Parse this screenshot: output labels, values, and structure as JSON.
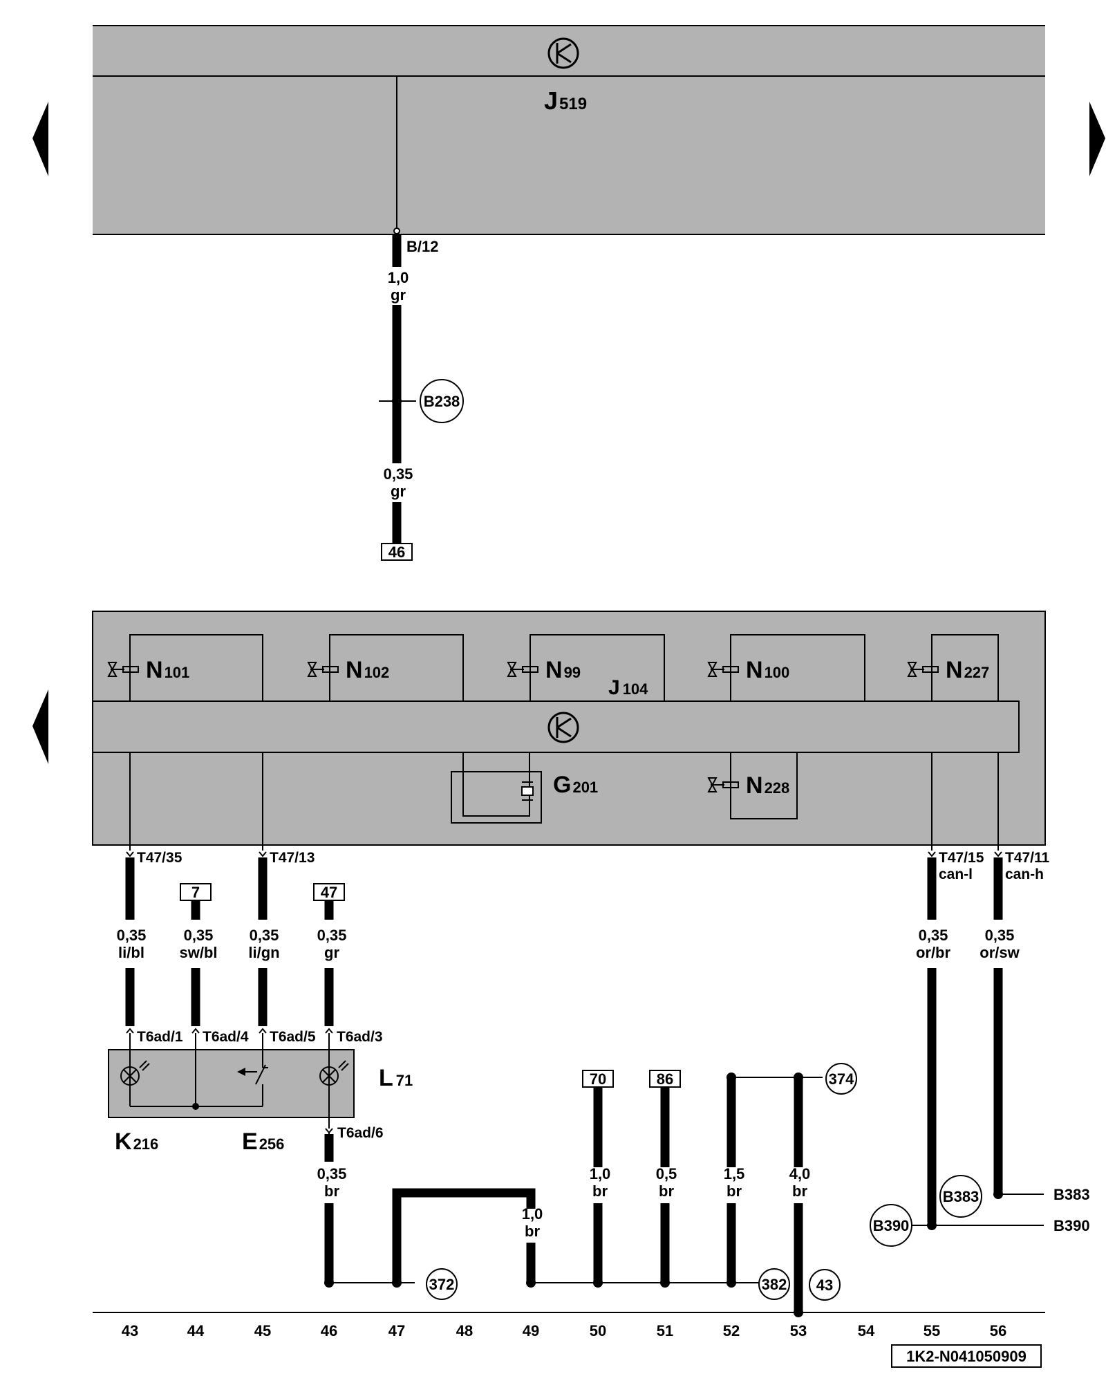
{
  "ecu_top": {
    "name": "J",
    "sub": "519",
    "pin": "B/12"
  },
  "top_wire": {
    "size_a": "1,0",
    "color_a": "gr",
    "connector": "B238",
    "size_b": "0,35",
    "color_b": "gr",
    "ref": "46"
  },
  "ecu_bottom": {
    "name": "J",
    "sub": "104",
    "valves": [
      {
        "name": "N",
        "sub": "101"
      },
      {
        "name": "N",
        "sub": "102"
      },
      {
        "name": "N",
        "sub": "99"
      },
      {
        "name": "N",
        "sub": "100"
      },
      {
        "name": "N",
        "sub": "227"
      },
      {
        "name": "N",
        "sub": "228"
      }
    ],
    "sensor": {
      "name": "G",
      "sub": "201"
    }
  },
  "pins": {
    "t47_35": "T47/35",
    "t47_13": "T47/13",
    "t47_15": "T47/15",
    "t47_11": "T47/11",
    "can_l": "can-l",
    "can_h": "can-h",
    "t6ad_1": "T6ad/1",
    "t6ad_4": "T6ad/4",
    "t6ad_5": "T6ad/5",
    "t6ad_3": "T6ad/3",
    "t6ad_6": "T6ad/6"
  },
  "wire_labels": [
    {
      "size": "0,35",
      "color": "li/bl"
    },
    {
      "size": "0,35",
      "color": "sw/bl"
    },
    {
      "size": "0,35",
      "color": "li/gn"
    },
    {
      "size": "0,35",
      "color": "gr"
    },
    {
      "size": "0,35",
      "color": "or/br"
    },
    {
      "size": "0,35",
      "color": "or/sw"
    },
    {
      "size": "0,35",
      "color": "br"
    },
    {
      "size": "1,0",
      "color": "br"
    },
    {
      "size": "1,0",
      "color": "br"
    },
    {
      "size": "0,5",
      "color": "br"
    },
    {
      "size": "1,5",
      "color": "br"
    },
    {
      "size": "4,0",
      "color": "br"
    }
  ],
  "refs": {
    "r7": "7",
    "r47": "47",
    "r70": "70",
    "r86": "86"
  },
  "switch_unit": {
    "name": "L",
    "sub": "71",
    "k": "K",
    "k_sub": "216",
    "e": "E",
    "e_sub": "256"
  },
  "earths": {
    "e372": "372",
    "e382": "382",
    "e374": "374",
    "e43": "43"
  },
  "can_connectors": {
    "b383": "B383",
    "b390": "B390"
  },
  "tracks": [
    "43",
    "44",
    "45",
    "46",
    "47",
    "48",
    "49",
    "50",
    "51",
    "52",
    "53",
    "54",
    "55",
    "56"
  ],
  "drawing_id": "1K2-N041050909",
  "colors": {
    "ecu_fill": "#b3b3b3",
    "wire": "#000000",
    "background": "#ffffff"
  }
}
